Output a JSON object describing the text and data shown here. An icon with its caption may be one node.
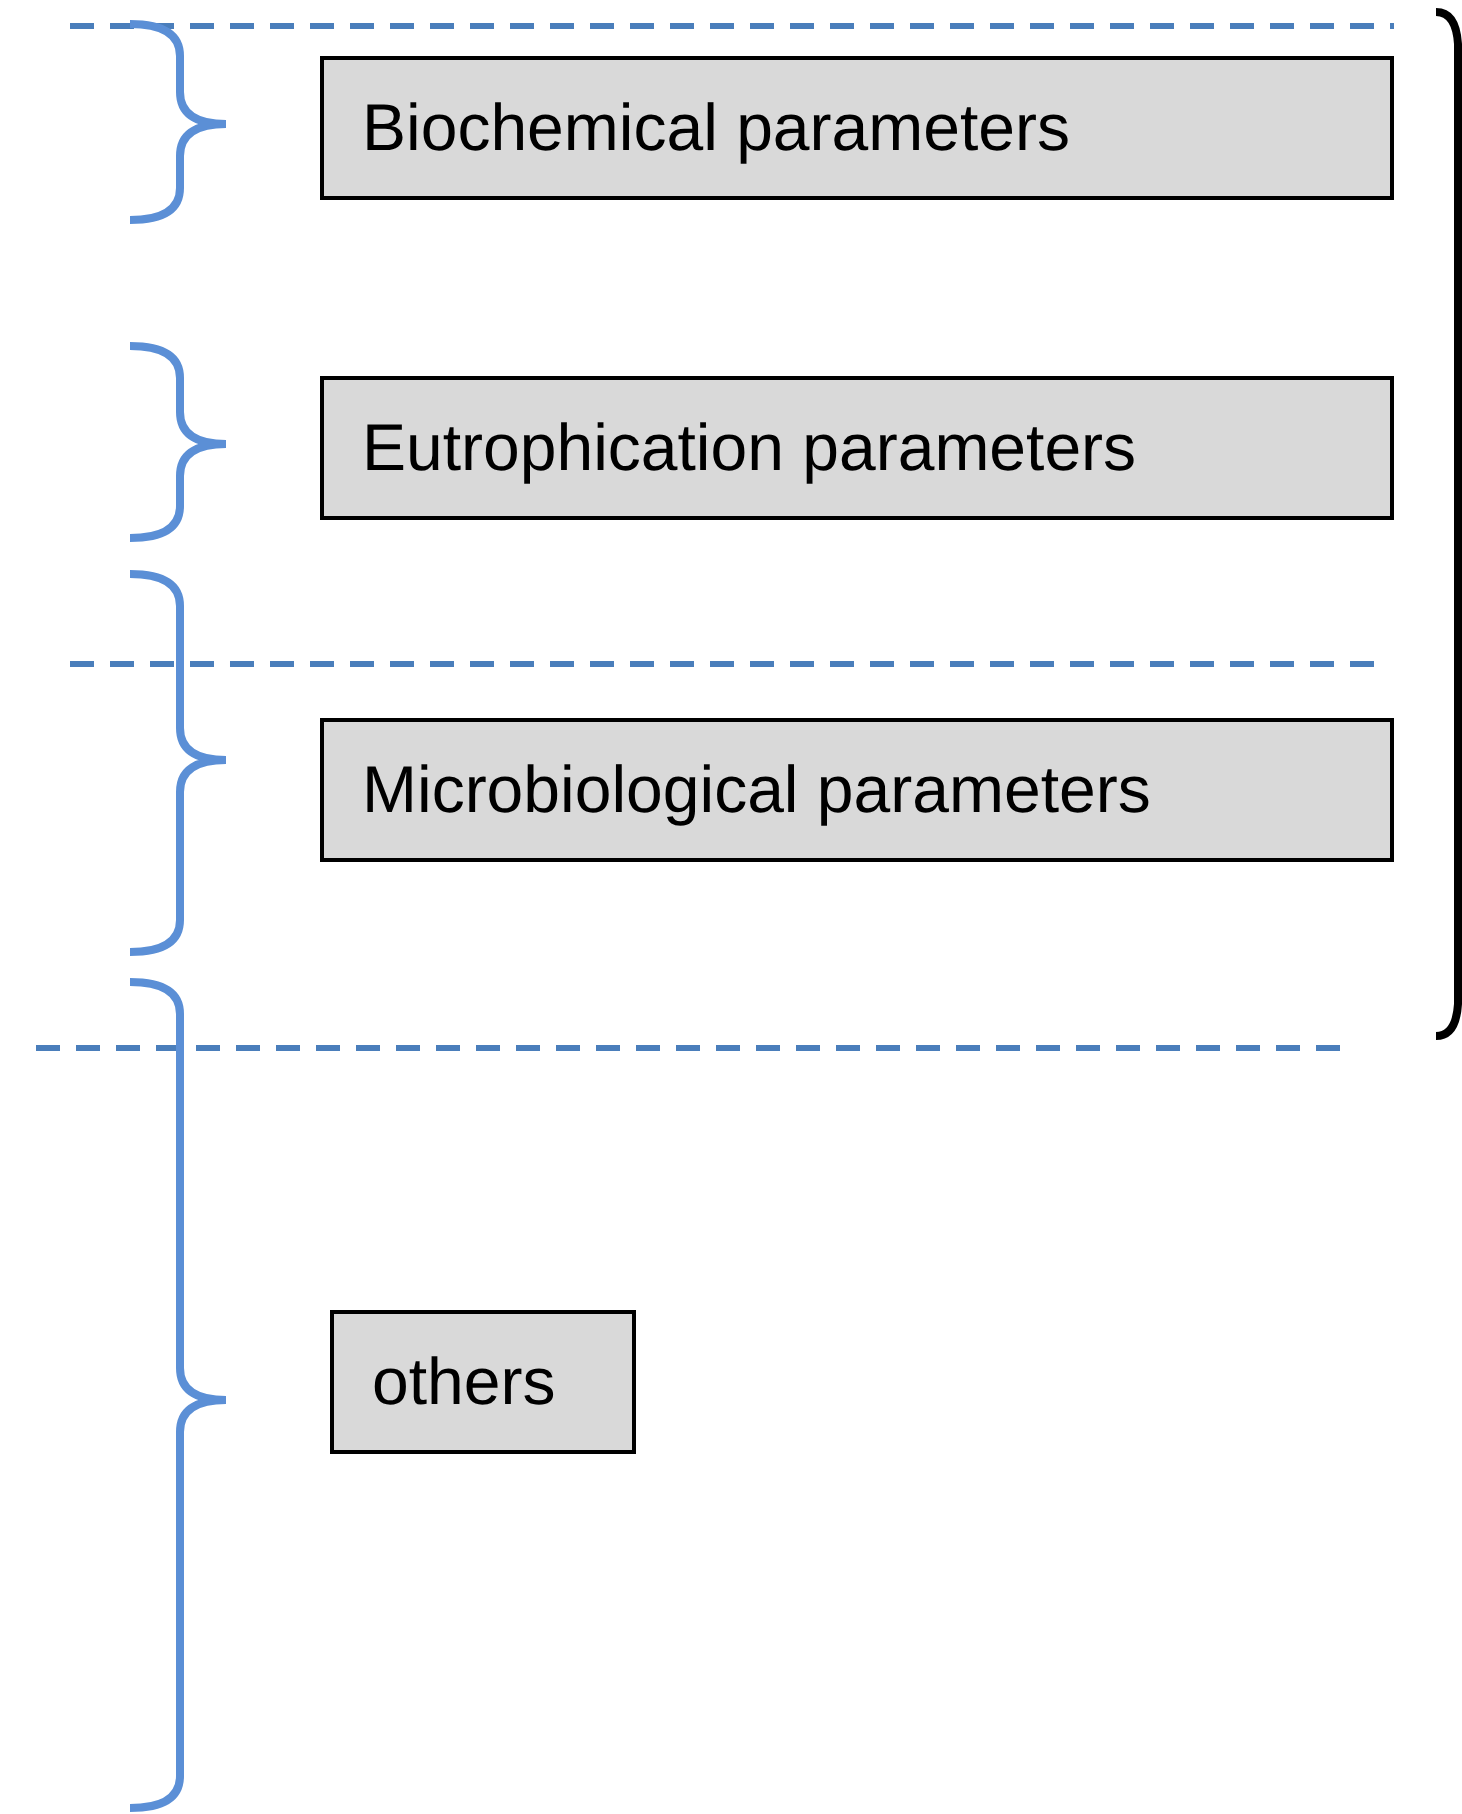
{
  "diagram": {
    "nodes": [
      {
        "text": [
          "Biochemical parameters"
        ]
      },
      {
        "text": [
          "Eutrophication parameters"
        ]
      },
      {
        "text": [
          "Microbiological parameters"
        ]
      },
      {
        "text": [
          "others"
        ]
      }
    ]
  }
}
